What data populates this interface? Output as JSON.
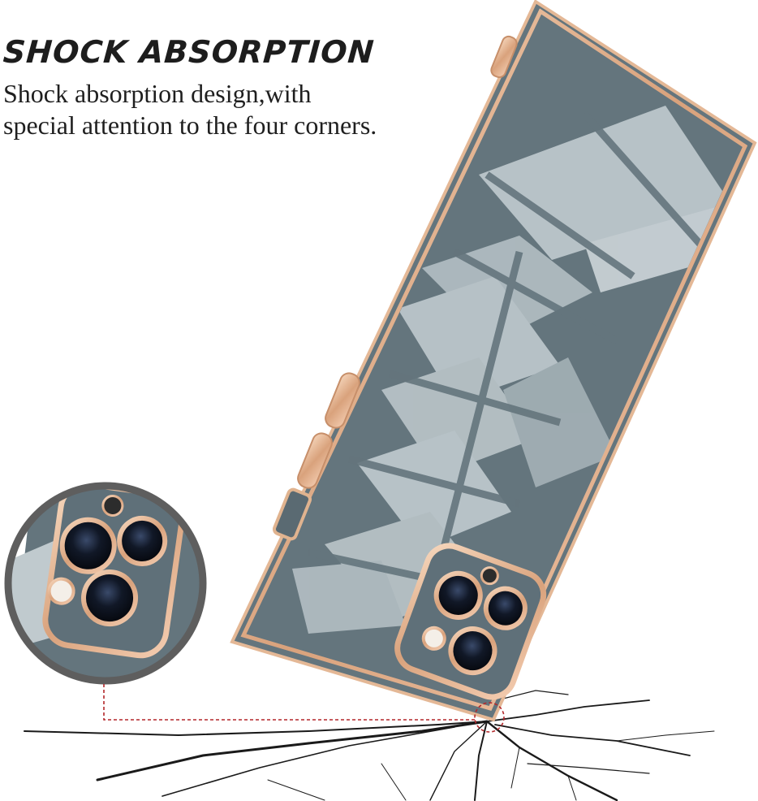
{
  "headline": "SHOCK ABSORPTION",
  "description": "Shock absorption design,with special attention to the four corners.",
  "colors": {
    "case_body": "#64757d",
    "gold_trim": "#e0b38f",
    "highlight": "#c6d0d4",
    "crack": "#1a1a1a",
    "callout_line": "#b3272a"
  },
  "icons": [
    "phone-case",
    "camera-module",
    "zoom-inset",
    "floor-crack"
  ]
}
